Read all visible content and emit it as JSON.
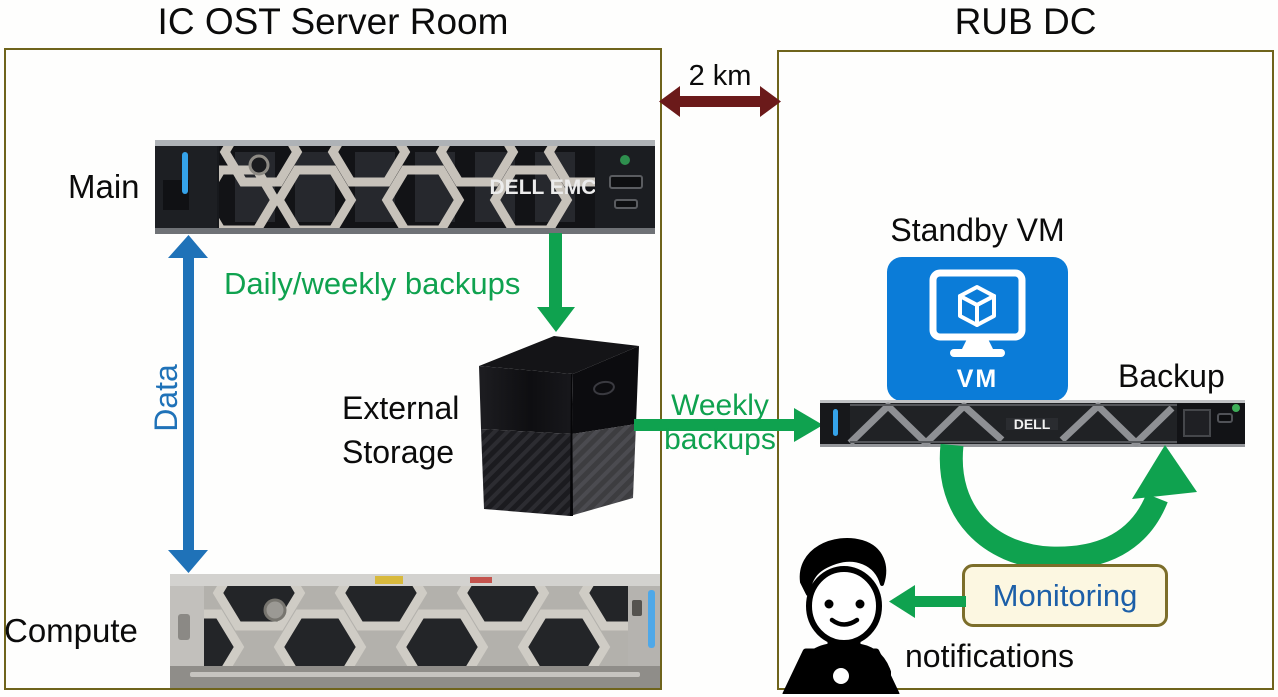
{
  "diagram": {
    "left_panel": {
      "title": "IC OST Server Room",
      "main_server_label": "Main",
      "compute_server_label": "Compute",
      "data_arrow_label": "Data",
      "daily_backups_label": "Daily/weekly backups",
      "external_storage_label": "External\nStorage"
    },
    "link": {
      "distance_label": "2 km",
      "weekly_backups_label": "Weekly\nbackups"
    },
    "right_panel": {
      "title": "RUB DC",
      "standby_vm_label": "Standby VM",
      "vm_icon_text": "VM",
      "backup_server_label": "Backup",
      "monitoring_label": "Monitoring",
      "notifications_label": "notifications"
    },
    "brands": {
      "main_server": "DELL EMC",
      "backup_server": "DELL"
    },
    "colors": {
      "panel_border": "#6F641C",
      "green_arrow": "#0FA24F",
      "blue_arrow": "#1F72B8",
      "distance_arrow": "#6B1A1A",
      "vm_icon_bg": "#0B7CD8",
      "monitoring_bg": "#FCF7E1",
      "monitoring_border": "#7C6E2A",
      "monitoring_text": "#1C5FA8"
    }
  }
}
